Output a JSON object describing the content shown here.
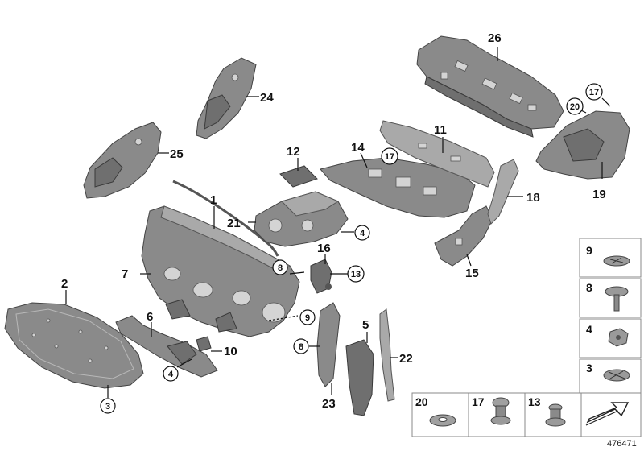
{
  "callouts": {
    "c1": "1",
    "c2": "2",
    "c3": "3",
    "c4": "4",
    "c5": "5",
    "c6": "6",
    "c7": "7",
    "c8a": "8",
    "c8b": "8",
    "c9": "9",
    "c10": "10",
    "c11": "11",
    "c12": "12",
    "c13": "13",
    "c14": "14",
    "c15": "15",
    "c16": "16",
    "c17a": "17",
    "c17b": "17",
    "c18": "18",
    "c19": "19",
    "c20": "20",
    "c21": "21",
    "c22": "22",
    "c23": "23",
    "c24": "24",
    "c25": "25",
    "c26": "26",
    "c4b": "4"
  },
  "legend": {
    "right": [
      "9",
      "8",
      "4",
      "3"
    ],
    "bottom": [
      "20",
      "17",
      "13"
    ]
  },
  "doc_number": "476471"
}
